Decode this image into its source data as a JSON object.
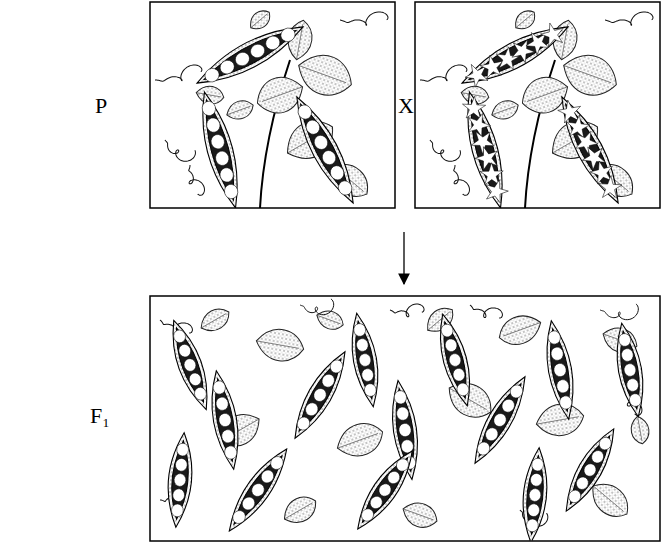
{
  "diagram": {
    "labels": [
      "P",
      "X",
      "F₁"
    ]
  }
}
